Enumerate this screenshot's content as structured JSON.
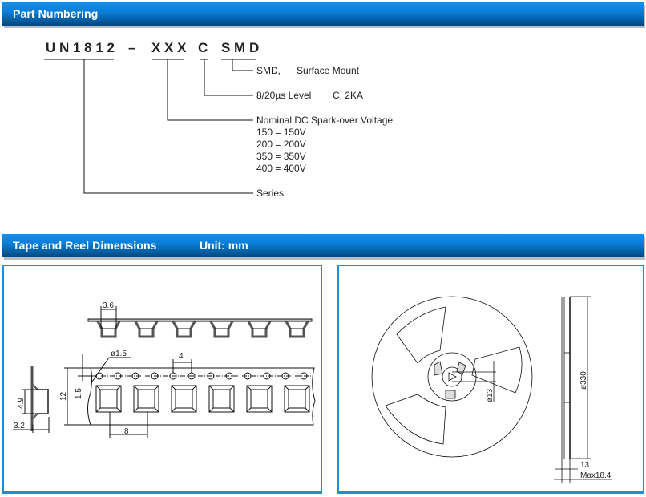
{
  "sections": {
    "part_numbering": {
      "title": "Part Numbering"
    },
    "tape_reel": {
      "title": "Tape and Reel Dimensions",
      "unit": "Unit: mm"
    }
  },
  "part_number": {
    "segments": [
      "U N 1 8 1 2",
      "–",
      "X X X",
      "C",
      "S M D"
    ],
    "legend": {
      "smd": "SMD,      Surface Mount",
      "level": "8/20µs Level        C, 2KA",
      "voltage_title": "Nominal DC Spark-over Voltage",
      "voltages": [
        "150 = 150V",
        "200 = 200V",
        "350 = 350V",
        "400 = 400V"
      ],
      "series": "Series"
    }
  },
  "tape_drawing": {
    "pocket_width": "3.6",
    "hole_diameter": "ø1.5",
    "hole_pitch": "4",
    "tape_width": "12",
    "hole_offset": "1.5",
    "pocket_pitch": "8",
    "pocket_depth": "4.9",
    "tape_thickness": "3.2"
  },
  "reel_drawing": {
    "hub_diameter": "ø13",
    "reel_diameter": "ø330",
    "hub_width": "13",
    "max_width": "Max18.4"
  },
  "colors": {
    "header_top": "#0f8ff0",
    "header_bottom": "#03467c",
    "panel_border": "#1a8fdc"
  }
}
